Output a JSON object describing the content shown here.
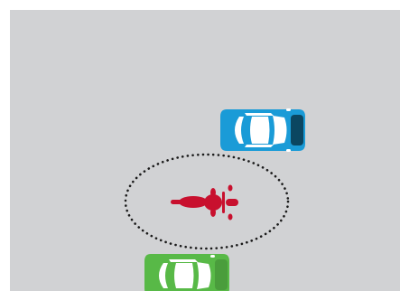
{
  "scene": {
    "road_color": "#d1d2d4",
    "player": {
      "type": "motorcycle",
      "color": "#c8102e",
      "heading": "right"
    },
    "proximity_ring": {
      "style": "dotted",
      "color": "#1a1a1a"
    },
    "vehicles": [
      {
        "id": "blue-car",
        "type": "car",
        "color": "#1a9bd7",
        "heading": "right"
      },
      {
        "id": "green-car",
        "type": "car",
        "color": "#58b947",
        "heading": "right"
      }
    ]
  }
}
